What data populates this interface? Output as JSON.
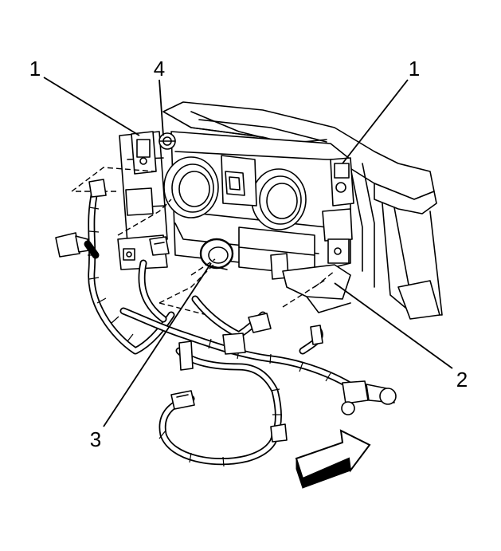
{
  "callouts": [
    {
      "id": "1a",
      "label": "1"
    },
    {
      "id": "4",
      "label": "4"
    },
    {
      "id": "1b",
      "label": "1"
    },
    {
      "id": "2",
      "label": "2"
    },
    {
      "id": "3",
      "label": "3"
    }
  ],
  "colors": {
    "line": "#000000",
    "background": "#ffffff"
  }
}
